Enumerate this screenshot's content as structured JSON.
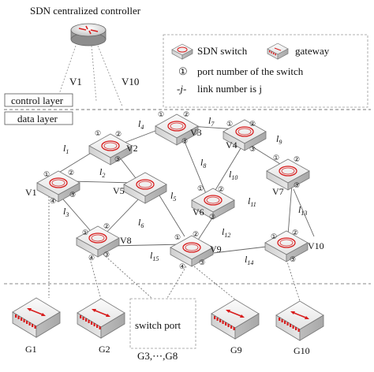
{
  "controller": {
    "label": "SDN centralized controller",
    "icon": "router-icon"
  },
  "control_links": [
    "V1",
    "V10"
  ],
  "layers": {
    "control": "control layer",
    "data": "data layer"
  },
  "legend": {
    "sdn_switch": "SDN switch",
    "gateway": "gateway",
    "port_symbol": "①",
    "port_text": "port number of the switch",
    "link_symbol": "-j-",
    "link_text": "link number is j"
  },
  "switches": [
    {
      "id": "V1",
      "ports": [
        "①",
        "②",
        "③",
        "④"
      ]
    },
    {
      "id": "V2",
      "ports": [
        "①",
        "②",
        "③"
      ]
    },
    {
      "id": "V3",
      "ports": [
        "①",
        "②",
        "③"
      ]
    },
    {
      "id": "V4",
      "ports": [
        "①",
        "②",
        "③"
      ]
    },
    {
      "id": "V5",
      "ports": []
    },
    {
      "id": "V6",
      "ports": [
        "①",
        "②",
        "③"
      ]
    },
    {
      "id": "V7",
      "ports": [
        "①",
        "②",
        "③"
      ]
    },
    {
      "id": "V8",
      "ports": [
        "①",
        "②",
        "③",
        "④"
      ]
    },
    {
      "id": "V9",
      "ports": [
        "①",
        "②",
        "③",
        "④"
      ]
    },
    {
      "id": "V10",
      "ports": [
        "①",
        "②",
        "③"
      ]
    }
  ],
  "links": [
    "l1",
    "l2",
    "l3",
    "l4",
    "l5",
    "l6",
    "l7",
    "l8",
    "l9",
    "l10",
    "l11",
    "l12",
    "l13",
    "l14",
    "l15"
  ],
  "gateways": [
    "G1",
    "G2",
    "G9",
    "G10"
  ],
  "switch_port_box": {
    "label": "switch port",
    "gateways": "G3,⋯,G8"
  },
  "colors": {
    "accent": "#d81e1e",
    "line": "#555555",
    "dashed": "#888888"
  }
}
